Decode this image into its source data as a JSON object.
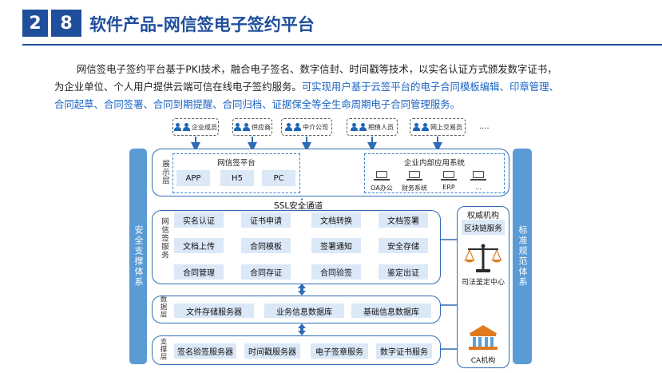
{
  "header": {
    "section_num_a": "2",
    "section_num_b": "8",
    "title": "软件产品-网信签电子签约平台"
  },
  "intro": {
    "line1": "网信签电子签约平台基于PKI技术，融合电子签名、数字信封、时间戳等技术，以实名认证方式颁发数字证书，",
    "line2_plain": "为企业单位、个人用户提供云端可信在线电子签约服务。",
    "line2_highlight": "可实现用户基于云签平台的电子合同模板编辑、印章管理、",
    "line3_highlight": "合同起草、合同签署、合同到期提醒、合同归档、证据保全等全生命周期电子合同管理服务。"
  },
  "actors": [
    "企业成员",
    "供应商",
    "中介公司",
    "相债人员",
    "网上交易员"
  ],
  "actors_more": "....",
  "left_bar": "安全支撑体系",
  "right_bar": "标准规范体系",
  "display_layer": {
    "label": "展示层",
    "platform_title": "网信签平台",
    "platform_items": [
      "APP",
      "H5",
      "PC"
    ],
    "internal_title": "企业内部应用系统",
    "internal_items": [
      "OA办公",
      "财务系统",
      "ERP",
      "..."
    ]
  },
  "ssl_label": "SSL安全通道",
  "service_layer": {
    "label": "网信签服务",
    "rows": [
      [
        "实名认证",
        "证书申请",
        "文档转换",
        "文档签署"
      ],
      [
        "文档上传",
        "合同模板",
        "签署通知",
        "安全存储"
      ],
      [
        "合同管理",
        "合同存证",
        "合同验签",
        "鉴定出证"
      ]
    ]
  },
  "data_layer": {
    "label": "数据层",
    "items": [
      "文件存储服务器",
      "业务信息数据库",
      "基础信息数据库"
    ]
  },
  "support_layer": {
    "label": "支撑层",
    "items": [
      "签名验签服务器",
      "时间戳服务器",
      "电子签章服务",
      "数字证书服务"
    ]
  },
  "authority": {
    "title": "权威机构",
    "blockchain": "区块链服务",
    "judicial": "司法鉴定中心",
    "ca": "CA机构"
  },
  "colors": {
    "primary": "#1f4e9c",
    "sidebar": "#5b9bd5",
    "service_bg": "#dbe8f7",
    "highlight_text": "#1a63c4"
  }
}
